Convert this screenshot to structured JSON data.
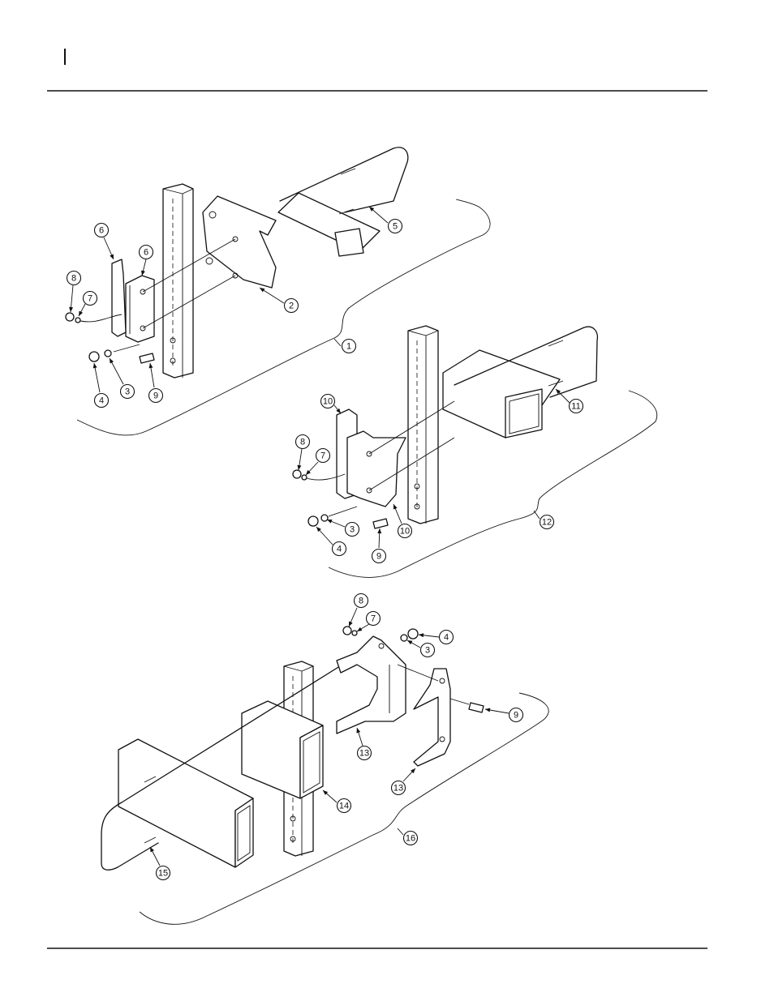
{
  "callouts": [
    {
      "id": "c-1",
      "label": "1"
    },
    {
      "id": "c-2",
      "label": "2"
    },
    {
      "id": "c-3a",
      "label": "3"
    },
    {
      "id": "c-4a",
      "label": "4"
    },
    {
      "id": "c-5",
      "label": "5"
    },
    {
      "id": "c-6a",
      "label": "6"
    },
    {
      "id": "c-6b",
      "label": "6"
    },
    {
      "id": "c-7a",
      "label": "7"
    },
    {
      "id": "c-8a",
      "label": "8"
    },
    {
      "id": "c-9a",
      "label": "9"
    },
    {
      "id": "c-10a",
      "label": "10"
    },
    {
      "id": "c-10b",
      "label": "10"
    },
    {
      "id": "c-11",
      "label": "11"
    },
    {
      "id": "c-12",
      "label": "12"
    },
    {
      "id": "c-8b",
      "label": "8"
    },
    {
      "id": "c-7b",
      "label": "7"
    },
    {
      "id": "c-3b",
      "label": "3"
    },
    {
      "id": "c-4b",
      "label": "4"
    },
    {
      "id": "c-9b",
      "label": "9"
    },
    {
      "id": "c-8c",
      "label": "8"
    },
    {
      "id": "c-7c",
      "label": "7"
    },
    {
      "id": "c-4c",
      "label": "4"
    },
    {
      "id": "c-3c",
      "label": "3"
    },
    {
      "id": "c-9c",
      "label": "9"
    },
    {
      "id": "c-13a",
      "label": "13"
    },
    {
      "id": "c-13b",
      "label": "13"
    },
    {
      "id": "c-14",
      "label": "14"
    },
    {
      "id": "c-15",
      "label": "15"
    },
    {
      "id": "c-16",
      "label": "16"
    }
  ]
}
